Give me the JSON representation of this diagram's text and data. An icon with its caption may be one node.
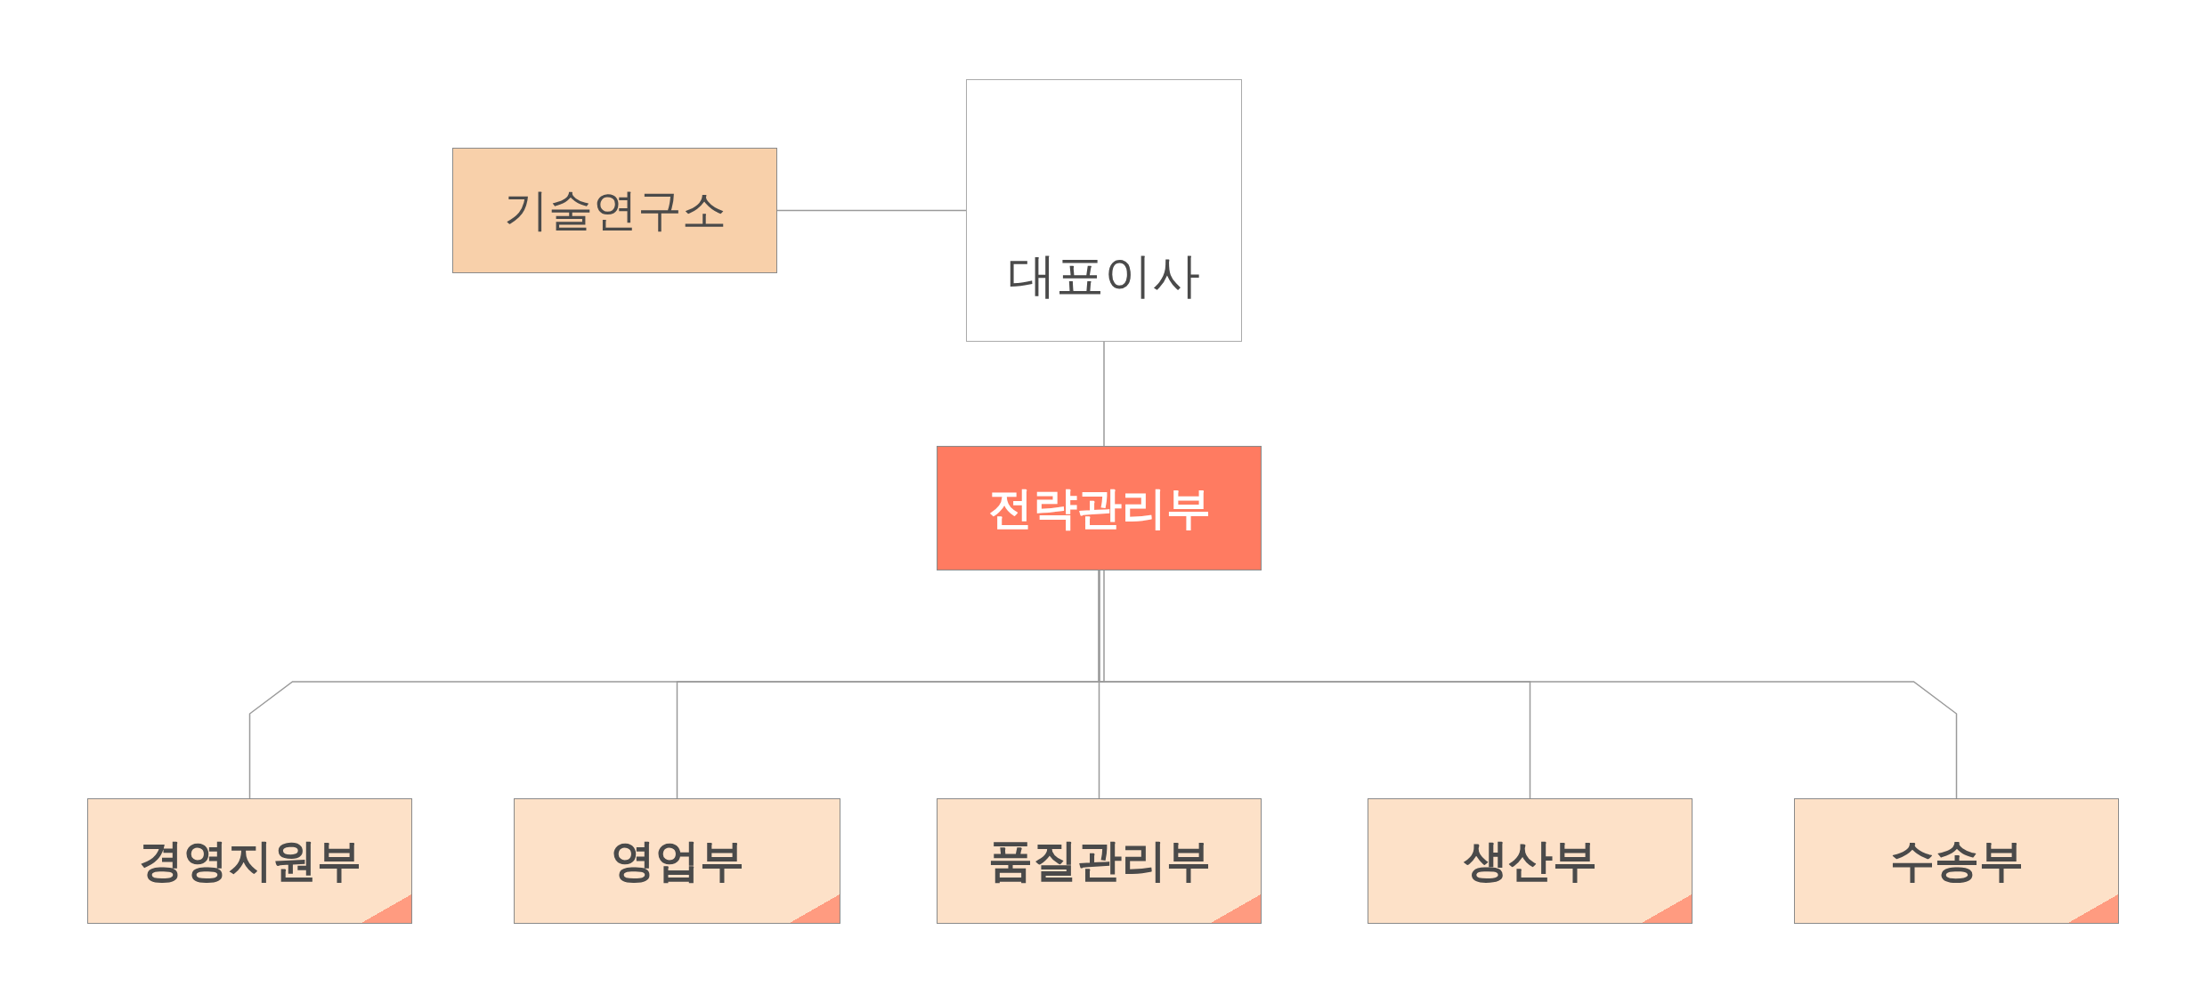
{
  "diagram": {
    "nodes": [
      {
        "text": [
          "대표이사"
        ]
      },
      {
        "text": [
          "기술연구소"
        ]
      },
      {
        "text": [
          "전략관리부"
        ]
      },
      {
        "text": [
          "경영지원부"
        ]
      },
      {
        "text": [
          "영업부"
        ]
      },
      {
        "text": [
          "품질관리부"
        ]
      },
      {
        "text": [
          "생산부"
        ]
      },
      {
        "text": [
          "수송부"
        ]
      }
    ],
    "edges": [
      {
        "from": 1,
        "to": 0,
        "arrow": "none"
      },
      {
        "from": 0,
        "to": 2,
        "arrow": "none"
      },
      {
        "from": 2,
        "to": 3,
        "arrow": "none"
      },
      {
        "from": 2,
        "to": 4,
        "arrow": "none"
      },
      {
        "from": 2,
        "to": 5,
        "arrow": "none"
      },
      {
        "from": 2,
        "to": 6,
        "arrow": "none"
      },
      {
        "from": 2,
        "to": 7,
        "arrow": "none"
      }
    ]
  }
}
